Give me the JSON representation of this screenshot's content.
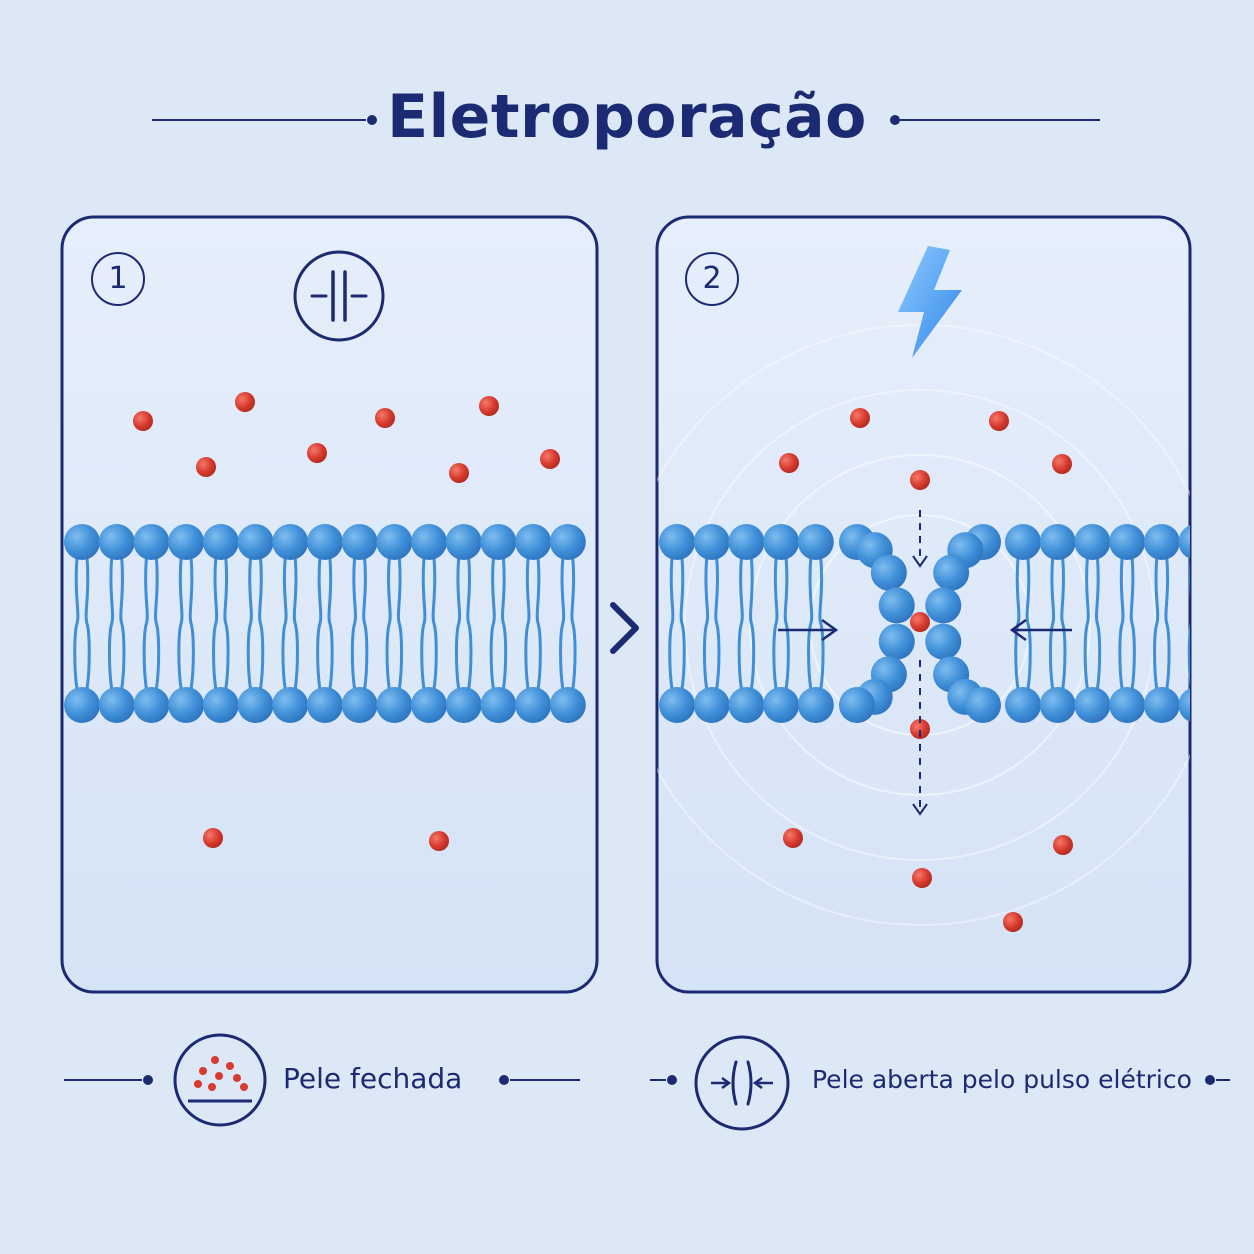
{
  "title": "Eletroporação",
  "panels": [
    {
      "number": "1",
      "state": "closed"
    },
    {
      "number": "2",
      "state": "open"
    }
  ],
  "legend": [
    {
      "label": "Pele fechada",
      "icon": "closed-membrane-icon"
    },
    {
      "label": "Pele aberta pelo pulso elétrico",
      "icon": "open-pore-icon"
    }
  ],
  "icons": {
    "panel1": "electrodes-icon",
    "panel2": "lightning-bolt-icon",
    "transition": "chevron-right-icon"
  },
  "colors": {
    "background": "#dde8f7",
    "outline": "#1b2a72",
    "membrane": "#3f8fd8",
    "particle": "#d83a2e",
    "bolt": "#4aa3f5"
  }
}
